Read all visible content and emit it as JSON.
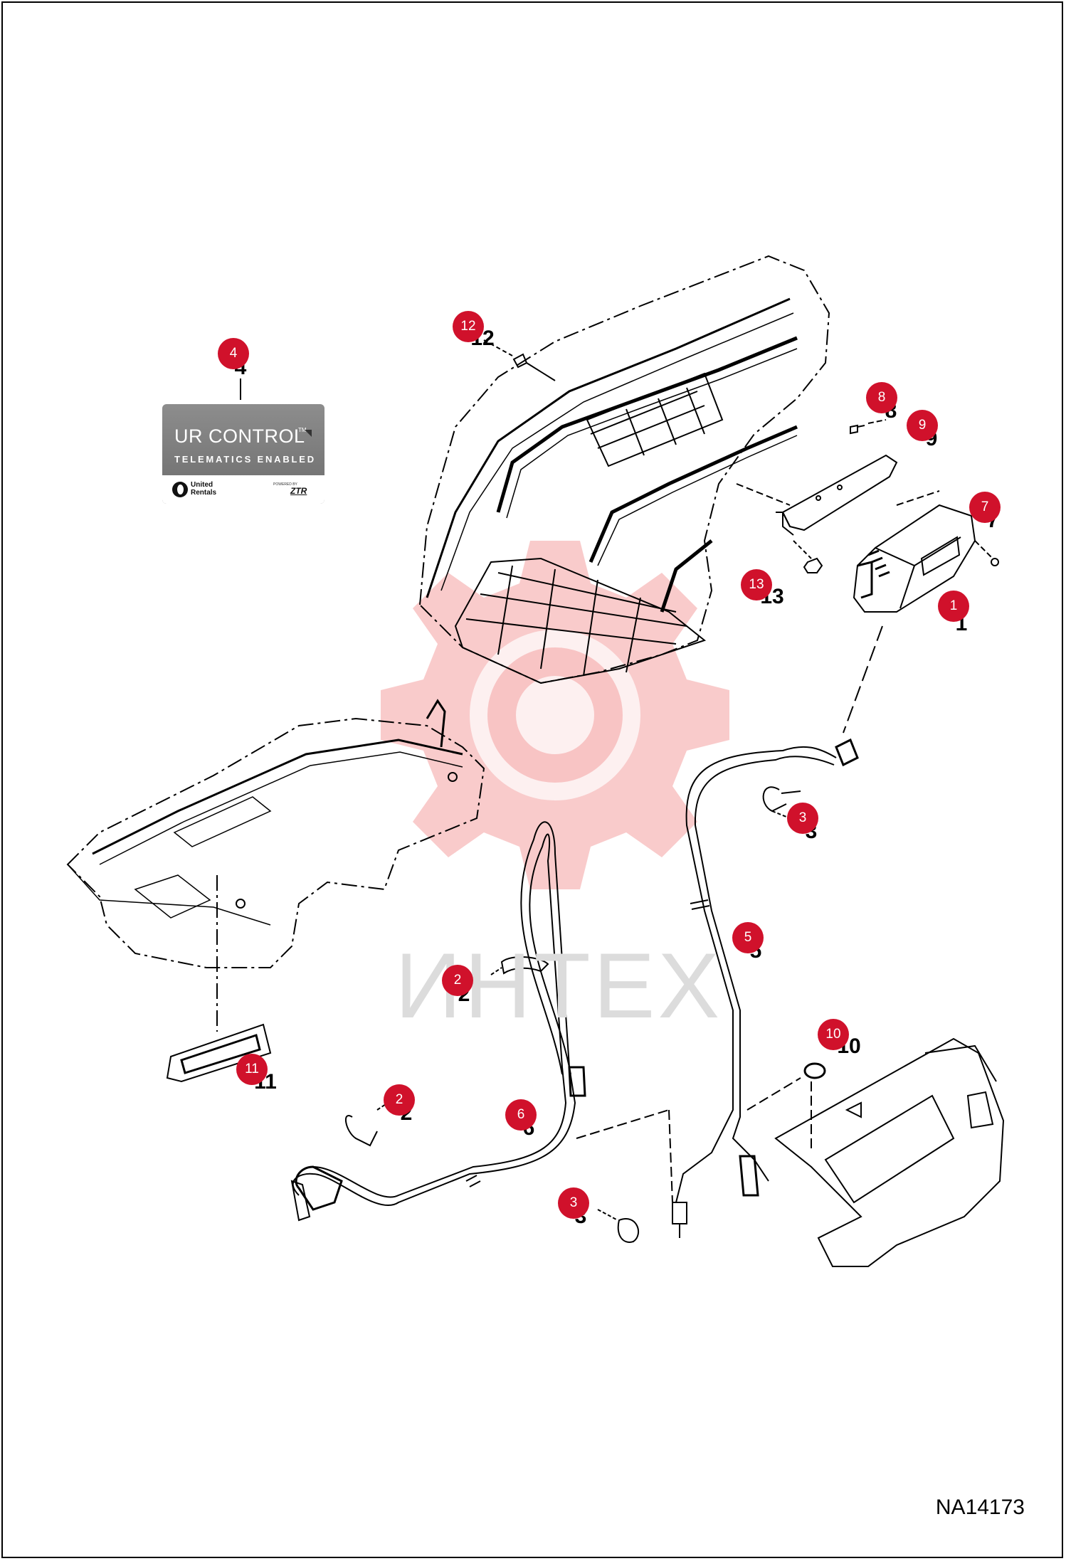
{
  "drawing_id": "NA14173",
  "watermark": "ИНТЕХ",
  "decal": {
    "title": "UR CONTROL",
    "trademark": "TM",
    "subtitle": "TELEMATICS ENABLED",
    "brand_line1": "United",
    "brand_line2": "Rentals",
    "powered_by": "POWERED BY",
    "partner": "ZTR"
  },
  "callouts": [
    {
      "id": "c1",
      "label": "1"
    },
    {
      "id": "c2a",
      "label": "2"
    },
    {
      "id": "c2b",
      "label": "2"
    },
    {
      "id": "c3a",
      "label": "3"
    },
    {
      "id": "c3b",
      "label": "3"
    },
    {
      "id": "c4",
      "label": "4"
    },
    {
      "id": "c5",
      "label": "5"
    },
    {
      "id": "c6",
      "label": "6"
    },
    {
      "id": "c7",
      "label": "7"
    },
    {
      "id": "c8",
      "label": "8"
    },
    {
      "id": "c9",
      "label": "9"
    },
    {
      "id": "c10",
      "label": "10"
    },
    {
      "id": "c11",
      "label": "11"
    },
    {
      "id": "c12",
      "label": "12"
    },
    {
      "id": "c13",
      "label": "13"
    }
  ],
  "colors": {
    "callout": "#d0112b",
    "line": "#000000",
    "watermark": "#f4a0a0"
  }
}
